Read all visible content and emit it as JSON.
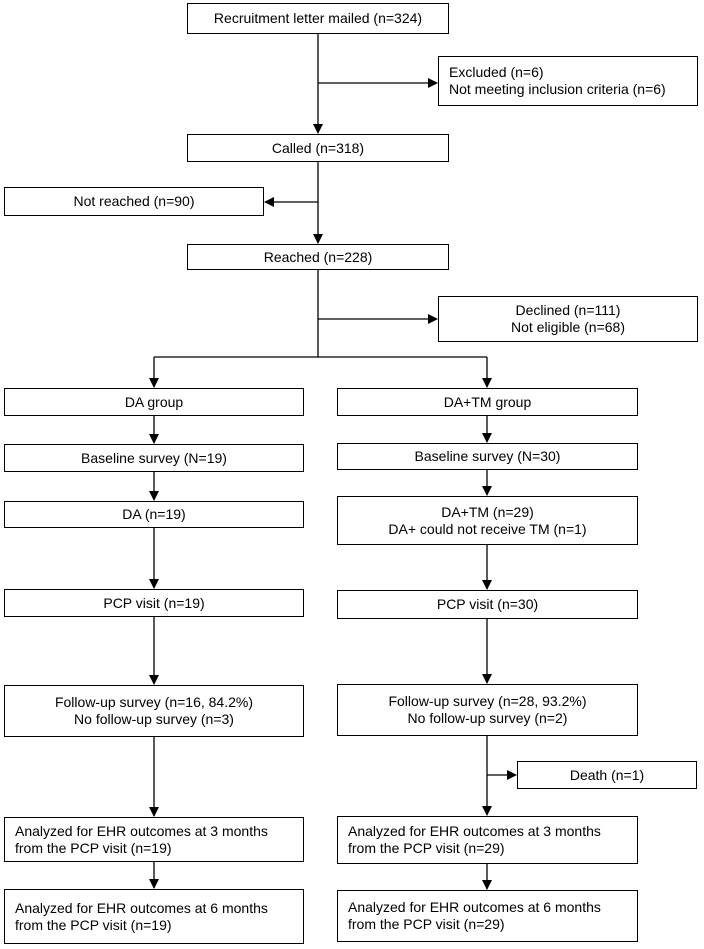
{
  "boxes": {
    "mailed": {
      "lines": [
        "Recruitment letter mailed (n=324)"
      ]
    },
    "excluded": {
      "lines": [
        "Excluded (n=6)",
        "Not meeting inclusion criteria (n=6)"
      ]
    },
    "called": {
      "lines": [
        "Called (n=318)"
      ]
    },
    "notReached": {
      "lines": [
        "Not reached (n=90)"
      ]
    },
    "reached": {
      "lines": [
        "Reached (n=228)"
      ]
    },
    "declined": {
      "lines": [
        "Declined (n=111)",
        "Not eligible (n=68)"
      ]
    },
    "daGroup": {
      "lines": [
        "DA group"
      ]
    },
    "datmGroup": {
      "lines": [
        "DA+TM group"
      ]
    },
    "baseDA": {
      "lines": [
        "Baseline survey (N=19)"
      ]
    },
    "baseDATM": {
      "lines": [
        "Baseline survey (N=30)"
      ]
    },
    "da": {
      "lines": [
        "DA (n=19)"
      ]
    },
    "datm": {
      "lines": [
        "DA+TM (n=29)",
        "DA+ could not receive TM (n=1)"
      ]
    },
    "pcpDA": {
      "lines": [
        "PCP visit (n=19)"
      ]
    },
    "pcpDATM": {
      "lines": [
        "PCP visit (n=30)"
      ]
    },
    "fuDA": {
      "lines": [
        "Follow-up survey (n=16, 84.2%)",
        "No follow-up survey (n=3)"
      ]
    },
    "fuDATM": {
      "lines": [
        "Follow-up survey (n=28, 93.2%)",
        "No follow-up survey (n=2)"
      ]
    },
    "death": {
      "lines": [
        "Death (n=1)"
      ]
    },
    "ehr3DA": {
      "lines": [
        "Analyzed for EHR outcomes at 3 months",
        "from the PCP visit (n=19)"
      ]
    },
    "ehr3DATM": {
      "lines": [
        "Analyzed for EHR outcomes at 3 months",
        "from the PCP visit (n=29)"
      ]
    },
    "ehr6DA": {
      "lines": [
        "Analyzed for EHR outcomes at 6 months",
        "from the PCP visit (n=19)"
      ]
    },
    "ehr6DATM": {
      "lines": [
        "Analyzed for EHR outcomes at 6 months",
        "from the PCP visit (n=29)"
      ]
    }
  }
}
